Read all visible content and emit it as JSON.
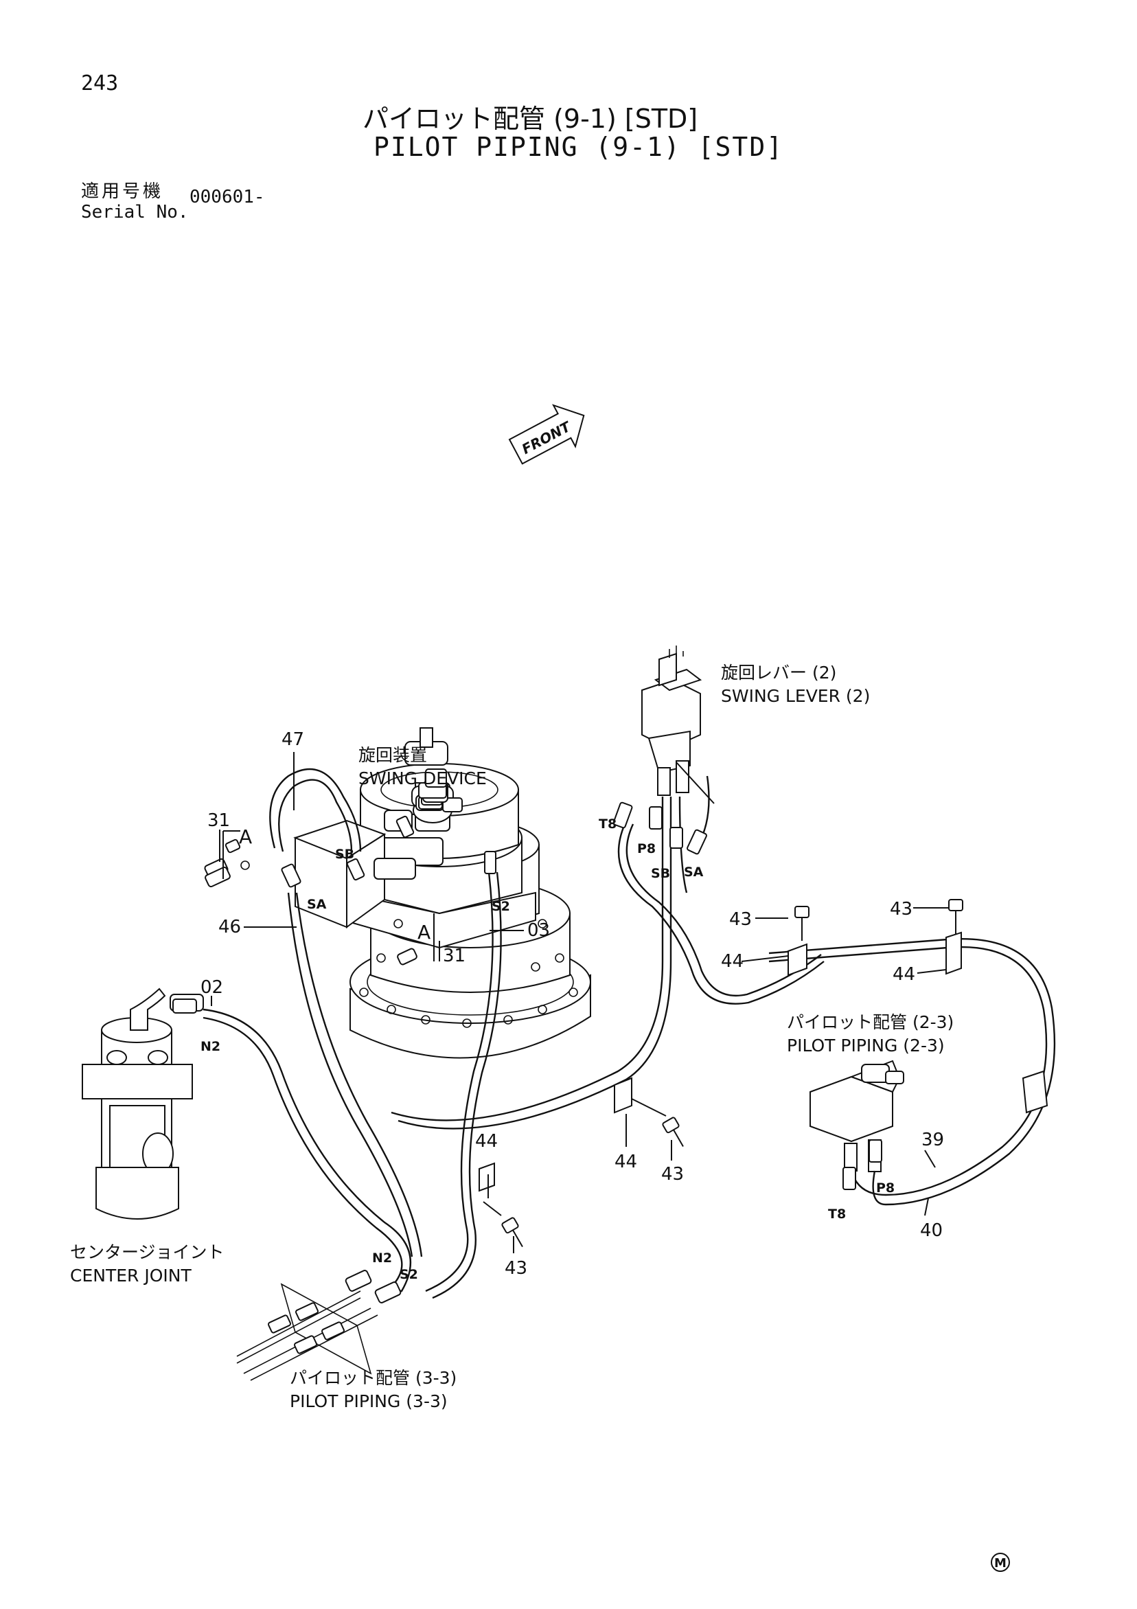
{
  "header": {
    "page_number": "243",
    "title_jp": "パイロット配管 (9-1) [STD]",
    "title_en": "PILOT PIPING (9-1) [STD]",
    "serial_label_jp": "適用号機",
    "serial_label_en": "Serial No.",
    "serial_value": "000601-"
  },
  "front_arrow": "FRONT",
  "assemblies": {
    "swing_lever_jp": "旋回レバー (2)",
    "swing_lever_en": "SWING LEVER (2)",
    "swing_device_jp": "旋回装置",
    "swing_device_en": "SWING DEVICE",
    "center_joint_jp": "センタージョイント",
    "center_joint_en": "CENTER JOINT",
    "pilot_23_jp": "パイロット配管 (2-3)",
    "pilot_23_en": "PILOT PIPING (2-3)",
    "pilot_33_jp": "パイロット配管 (3-3)",
    "pilot_33_en": "PILOT PIPING (3-3)"
  },
  "callouts": {
    "c47": "47",
    "c31a": "31",
    "c31b": "31",
    "c46": "46",
    "c02": "02",
    "c03": "03",
    "c43a": "43",
    "c43b": "43",
    "c43c": "43",
    "c43d": "43",
    "c44a": "44",
    "c44b": "44",
    "c44c": "44",
    "c44d": "44",
    "c39": "39",
    "c40": "40",
    "detail_a1": "A",
    "detail_a2": "A"
  },
  "ports": {
    "sb1": "SB",
    "sa1": "SA",
    "s2a": "S2",
    "n2a": "N2",
    "t8a": "T8",
    "p8a": "P8",
    "sb2": "SB",
    "sa2": "SA",
    "p8b": "P8",
    "t8b": "T8",
    "n2b": "N2",
    "s2b": "S2"
  },
  "footer_mark": "M"
}
